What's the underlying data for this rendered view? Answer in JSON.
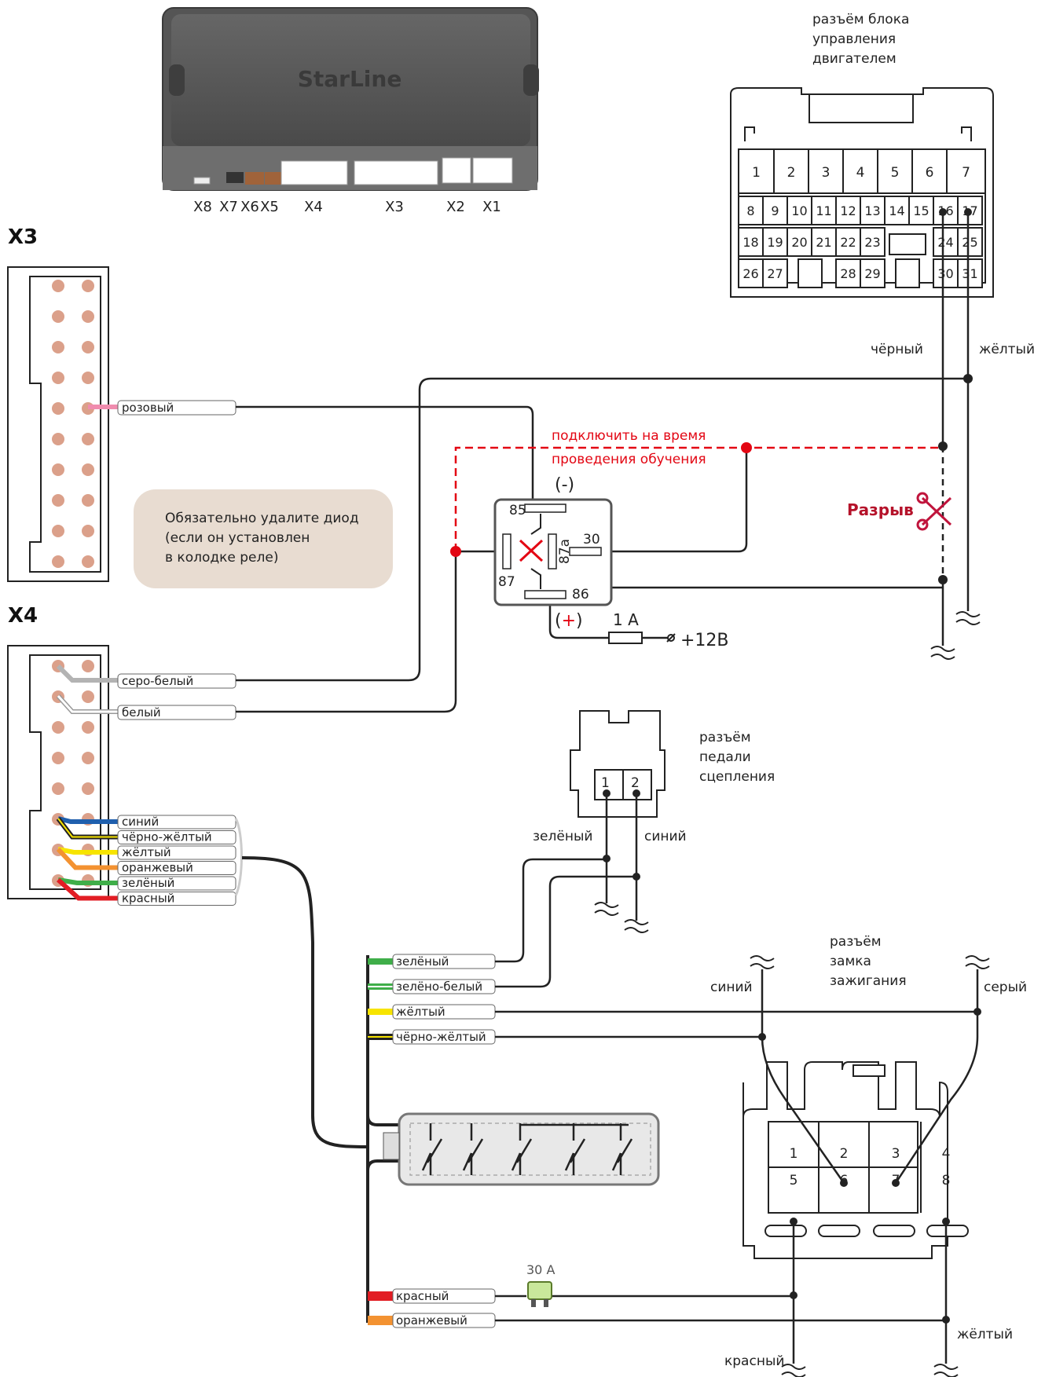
{
  "module": {
    "brand": "StarLine",
    "ports": [
      "X8",
      "X7",
      "X6",
      "X5",
      "X4",
      "X3",
      "X2",
      "X1"
    ]
  },
  "connectors": {
    "x3": "X3",
    "x4": "X4",
    "ecu_title": [
      "разъём блока",
      "управления",
      "двигателем"
    ],
    "ecu_pins": [
      "1",
      "2",
      "3",
      "4",
      "5",
      "6",
      "7",
      "8",
      "9",
      "10",
      "11",
      "12",
      "13",
      "14",
      "15",
      "16",
      "17",
      "18",
      "19",
      "20",
      "21",
      "22",
      "23",
      "24",
      "25",
      "26",
      "27",
      "28",
      "29",
      "30",
      "31"
    ],
    "clutch_title": [
      "разъём",
      "педали",
      "сцепления"
    ],
    "clutch_pins": [
      "1",
      "2"
    ],
    "ignition_title": [
      "разъём",
      "замка",
      "зажигания"
    ],
    "ignition_pins": [
      "1",
      "2",
      "3",
      "4",
      "5",
      "6",
      "7",
      "8"
    ]
  },
  "wires": {
    "x3_pink": "розовый",
    "x4_grey_white": "серо-белый",
    "x4_white": "белый",
    "x4_bundle": [
      "синий",
      "чёрно-жёлтый",
      "жёлтый",
      "оранжевый",
      "зелёный",
      "красный"
    ],
    "relay_in": [
      "зелёный",
      "зелёно-белый",
      "жёлтый",
      "чёрно-жёлтый"
    ],
    "relay_power": [
      "красный",
      "оранжевый"
    ],
    "ecu_black": "чёрный",
    "ecu_yellow": "жёлтый",
    "clutch_green": "зелёный",
    "clutch_blue": "синий",
    "ign_blue": "синий",
    "ign_grey": "серый",
    "ign_red": "красный",
    "ign_yellow": "жёлтый"
  },
  "relay": {
    "pin85": "85",
    "pin86": "86",
    "pin87": "87",
    "pin87a": "87a",
    "pin30": "30",
    "minus": "(-)",
    "plus_open": "(",
    "plus_sign": "+",
    "plus_close": ")",
    "fuse": "1 A",
    "supply": "+12В"
  },
  "fuse30": "30 A",
  "notes": {
    "learn_line1": "подключить на время",
    "learn_line2": "проведения обучения",
    "cut": "Разрыв",
    "diode": [
      "Обязательно удалите диод",
      "(если он установлен",
      "в колодке реле)"
    ]
  },
  "colors": {
    "pink": "#f08cae",
    "grey": "#b3b3b3",
    "blue": "#1f5fad",
    "yellow": "#f7e400",
    "orange": "#f39231",
    "green": "#3fae49",
    "red": "#e21d24",
    "black": "#222222",
    "pin": "#dba08a",
    "learn": "#e30613"
  }
}
